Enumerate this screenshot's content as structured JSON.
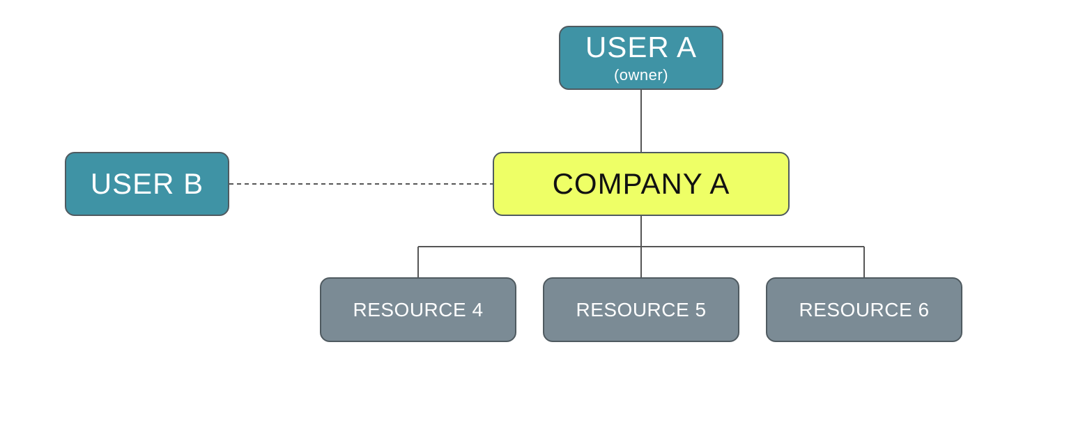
{
  "nodes": {
    "user_a": {
      "label": "USER A",
      "sublabel": "(owner)"
    },
    "user_b": {
      "label": "USER B"
    },
    "company_a": {
      "label": "COMPANY A"
    },
    "resources": [
      {
        "label": "RESOURCE 4"
      },
      {
        "label": "RESOURCE 5"
      },
      {
        "label": "RESOURCE 6"
      }
    ]
  },
  "colors": {
    "user": "#3f93a5",
    "company": "#eeff66",
    "resource": "#7b8b95",
    "border": "#4f5a60"
  }
}
